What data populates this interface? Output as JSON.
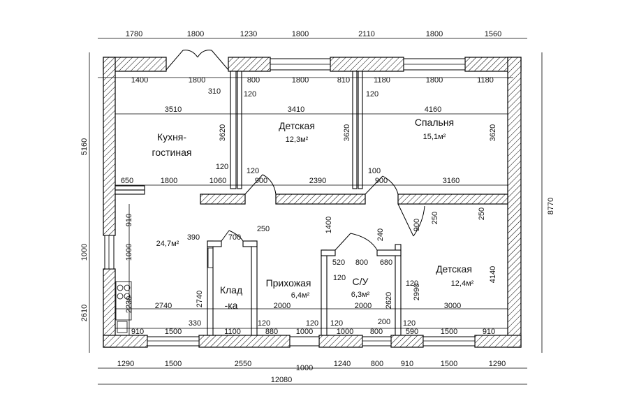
{
  "rooms": {
    "kitchen": {
      "name_line1": "Кухня-",
      "name_line2": "гостиная",
      "area": "24,7м²"
    },
    "kids1": {
      "name": "Детская",
      "area": "12,3м²"
    },
    "bedroom": {
      "name": "Спальня",
      "area": "15,1м²"
    },
    "storage": {
      "name_line1": "Клад",
      "name_line2": "-ка"
    },
    "hall": {
      "name": "Прихожая",
      "area": "6,4м²"
    },
    "bath": {
      "name": "С/У",
      "area": "6,3м²"
    },
    "kids2": {
      "name": "Детская",
      "area": "12,4м²"
    }
  },
  "dims": {
    "top_outer": [
      "1780",
      "1800",
      "1230",
      "1800",
      "2110",
      "1800",
      "1560"
    ],
    "top_inner": [
      "1400",
      "1800",
      "800",
      "1800",
      "810",
      "1180",
      "1800",
      "1180"
    ],
    "row2": [
      "3510",
      "3410",
      "4160"
    ],
    "row_mid": [
      "650",
      "1800",
      "1060",
      "900",
      "2390",
      "900",
      "3160"
    ],
    "bottom_inner": [
      "910",
      "1500",
      "330",
      "1100",
      "120",
      "880",
      "1000",
      "120",
      "120",
      "1000",
      "800",
      "200",
      "120",
      "590",
      "1500",
      "910"
    ],
    "bottom_outer": [
      "1290",
      "1500",
      "2550",
      "1000",
      "1240",
      "800",
      "910",
      "1500",
      "1290"
    ],
    "total_width": "12080",
    "left_side": [
      "5160",
      "1000",
      "2610"
    ],
    "left_inner": [
      "910",
      "1000",
      "2230"
    ],
    "right_total": "8770",
    "heights": [
      "3620",
      "3620",
      "3620",
      "2740",
      "2620",
      "2990",
      "4140"
    ],
    "misc": [
      "310",
      "120",
      "120",
      "120",
      "120",
      "120",
      "100",
      "390",
      "700",
      "250",
      "1400",
      "240",
      "520",
      "800",
      "680",
      "120",
      "2740",
      "2000",
      "2000",
      "3000",
      "900",
      "250",
      "250"
    ]
  }
}
